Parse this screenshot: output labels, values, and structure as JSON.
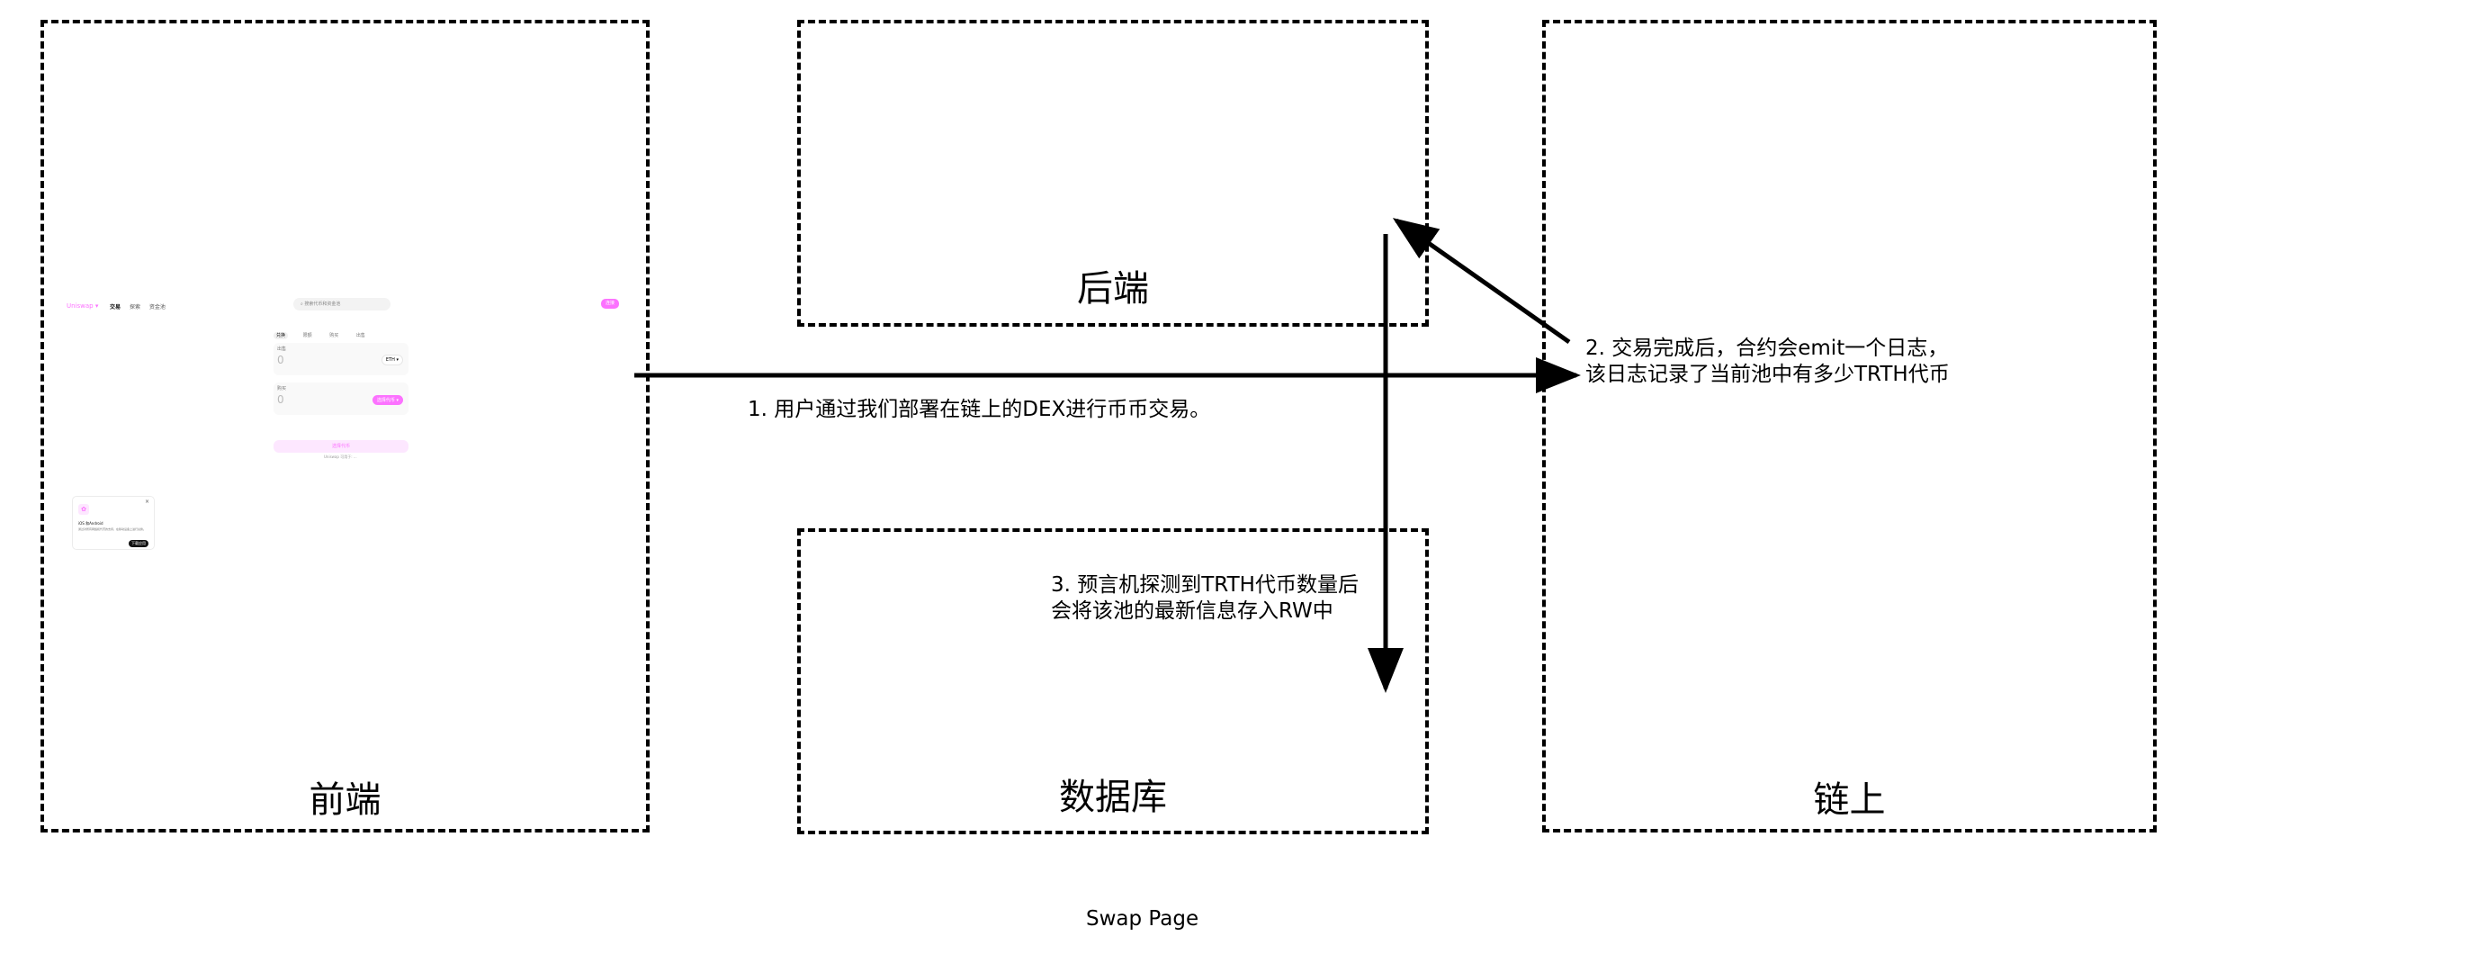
{
  "boxes": {
    "frontend": "前端",
    "backend": "后端",
    "database": "数据库",
    "chain": "链上"
  },
  "notes": {
    "step1": "1. 用户通过我们部署在链上的DEX进行币币交易。",
    "step2": "2. 交易完成后，合约会emit一个日志，\n该日志记录了当前池中有多少TRTH代币",
    "step3": "3. 预言机探测到TRTH代币数量后\n会将该池的最新信息存入RW中"
  },
  "caption": "Swap Page",
  "mini": {
    "logo": "Uniswap ▾",
    "nav": [
      "交易",
      "探索",
      "资金池"
    ],
    "search": "搜索代币和资金池",
    "connect": "连接",
    "tabs": [
      "兑换",
      "限额",
      "购买",
      "出售"
    ],
    "sell_label": "出售",
    "buy_label": "购买",
    "amount": "0",
    "token": "ETH ▾",
    "select_token": "选择代币 ▾",
    "swap_button": "选择代币",
    "footer": "Uniswap 可用于: ...",
    "popup_title": "iOS 和Android",
    "popup_text": "通过对所有网络和代币的支持，在移动设备上进行兑换。",
    "popup_button": "下载应用",
    "popup_close": "×"
  }
}
